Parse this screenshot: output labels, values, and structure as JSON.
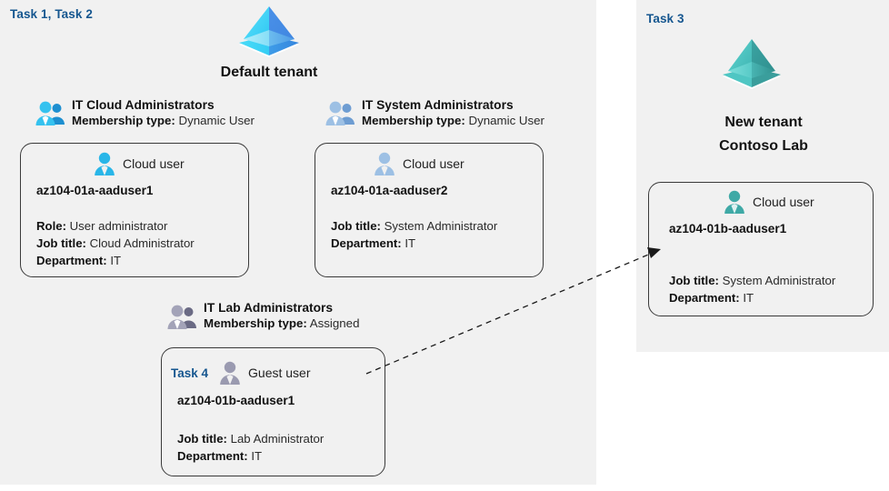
{
  "panels": {
    "left": {
      "task_label": "Task 1, Task 2"
    },
    "right": {
      "task_label": "Task 3"
    }
  },
  "tenants": [
    {
      "id": "default-tenant",
      "icon": "azure-tenant-icon",
      "caption": "Default tenant",
      "color": "#38c6f4"
    },
    {
      "id": "new-tenant",
      "icon": "azure-tenant-icon",
      "caption_line1": "New  tenant",
      "caption_line2": "Contoso Lab",
      "color": "#4bb8b5"
    }
  ],
  "groups": [
    {
      "id": "it-cloud-administrators",
      "icon": "group-users-icon",
      "title": "IT Cloud Administrators",
      "membership_label": "Membership type:",
      "membership_value": "Dynamic User",
      "color": "#2aa8e0"
    },
    {
      "id": "it-system-administrators",
      "icon": "group-users-icon",
      "title": "IT System Administrators",
      "membership_label": "Membership type:",
      "membership_value": "Dynamic User",
      "color": "#8fb4dd"
    },
    {
      "id": "it-lab-administrators",
      "icon": "group-users-icon",
      "title": "IT Lab Administrators",
      "membership_label": "Membership type:",
      "membership_value": "Assigned",
      "color": "#8f8fa8"
    }
  ],
  "users": [
    {
      "id": "az104-01a-aaduser1",
      "icon": "cloud-user-icon",
      "user_type": "Cloud user",
      "name": "az104-01a-aaduser1",
      "color": "#29b6e8",
      "attrs": [
        {
          "label": "Role:",
          "value": "User administrator"
        },
        {
          "label": "Job title:",
          "value": "Cloud Administrator"
        },
        {
          "label": "Department:",
          "value": "IT"
        }
      ]
    },
    {
      "id": "az104-01a-aaduser2",
      "icon": "cloud-user-icon",
      "user_type": "Cloud user",
      "name": "az104-01a-aaduser2",
      "color": "#9dc0e4",
      "attrs": [
        {
          "label": "Job title:",
          "value": "System Administrator"
        },
        {
          "label": "Department:",
          "value": "IT"
        }
      ]
    },
    {
      "id": "az104-01b-aaduser1-guest",
      "icon": "guest-user-icon",
      "task_label": "Task 4",
      "user_type": "Guest user",
      "name": "az104-01b-aaduser1",
      "color": "#9a9ab0",
      "attrs": [
        {
          "label": "Job title:",
          "value": "Lab Administrator"
        },
        {
          "label": "Department:",
          "value": "IT"
        }
      ]
    },
    {
      "id": "az104-01b-aaduser1-cloud",
      "icon": "cloud-user-icon",
      "user_type": "Cloud user",
      "name": "az104-01b-aaduser1",
      "color": "#3fa9a6",
      "attrs": [
        {
          "label": "Job title:",
          "value": "System Administrator"
        },
        {
          "label": "Department:",
          "value": "IT"
        }
      ]
    }
  ],
  "connector": {
    "id": "guest-to-cloud-user-arrow",
    "style": "dashed-arrow",
    "from": "az104-01b-aaduser1-guest",
    "to": "az104-01b-aaduser1-cloud"
  }
}
